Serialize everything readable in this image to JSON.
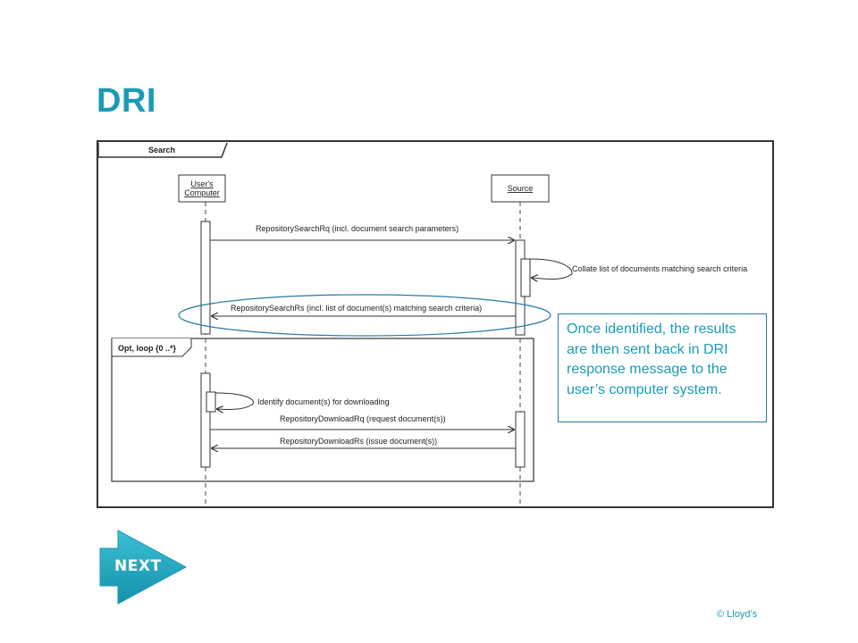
{
  "slide": {
    "title": "DRI",
    "callout_text": "Once identified, the results are then sent back in DRI response message to the user’s computer system.",
    "next_label": "NEXT",
    "copyright": "© Lloyd’s"
  },
  "diagram": {
    "frame_label": "Search",
    "lifelines": [
      {
        "label_line1": "User's",
        "label_line2": "Computer"
      },
      {
        "label_line1": "Source"
      }
    ],
    "messages": [
      "RepositorySearchRq (incl. document search parameters)",
      "Collate list of documents matching search criteria",
      "RepositorySearchRs (incl. list of document(s) matching search criteria)",
      "Identify document(s) for downloading",
      "RepositoryDownloadRq (request document(s))",
      "RepositoryDownloadRs (issue document(s))"
    ],
    "fragment_label": "Opt, loop {0 ..*}"
  },
  "colors": {
    "accent": "#1a9bb5",
    "callout_border": "#2a7aa6",
    "next_button": "#1a9bb5",
    "highlight_ellipse": "#2a7aa6"
  },
  "icons": {
    "next": "next-arrow-icon"
  }
}
